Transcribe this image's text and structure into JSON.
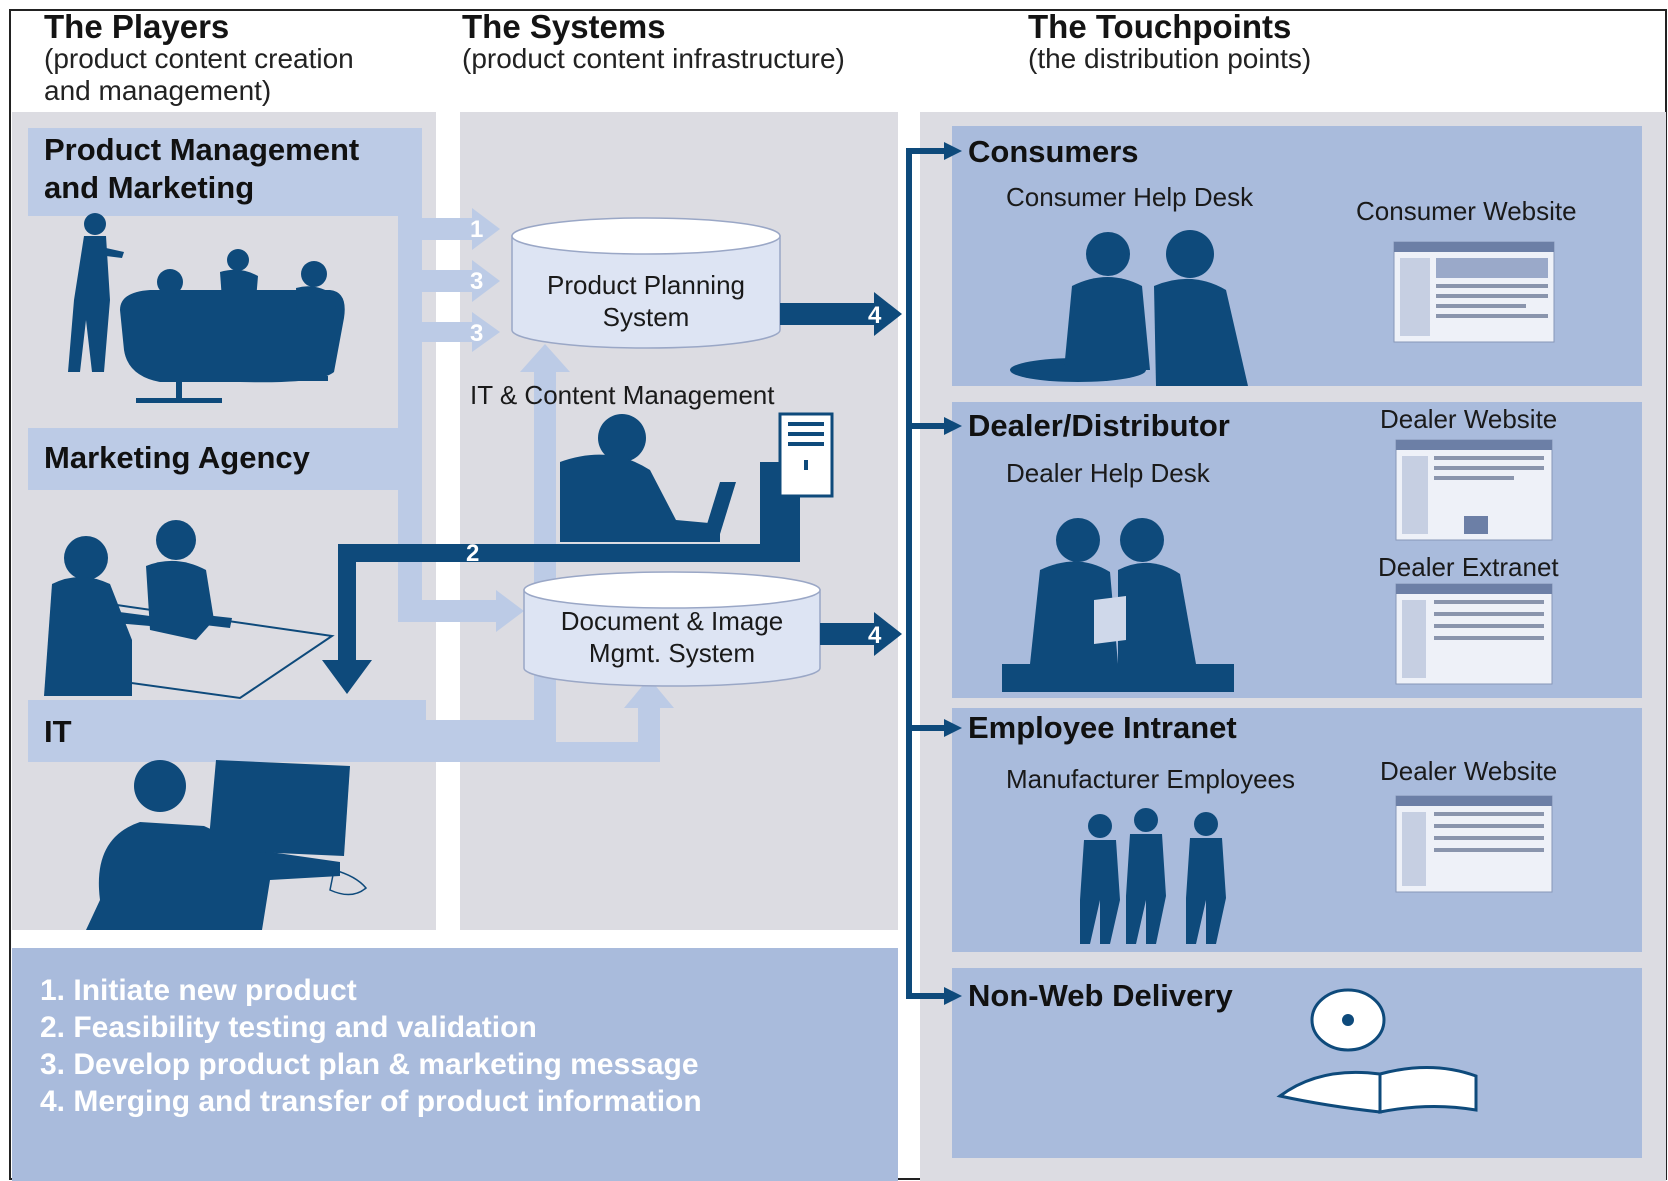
{
  "columns": {
    "players": {
      "title": "The Players",
      "subtitle_line1": "(product content creation",
      "subtitle_line2": "and management)"
    },
    "systems": {
      "title": "The Systems",
      "subtitle": "(product content infrastructure)"
    },
    "touchpoints": {
      "title": "The Touchpoints",
      "subtitle": "(the distribution points)"
    }
  },
  "players": {
    "product_management_line1": "Product Management",
    "product_management_line2": "and Marketing",
    "marketing_agency": "Marketing Agency",
    "it": "IT"
  },
  "systems": {
    "product_planning_line1": "Product Planning",
    "product_planning_line2": "System",
    "it_content_management": "IT & Content Management",
    "document_image_line1": "Document & Image",
    "document_image_line2": "Mgmt. System"
  },
  "arrow_numbers": {
    "a": "1",
    "b": "3",
    "c": "3",
    "d": "2",
    "e": "4",
    "f": "4"
  },
  "touchpoints": {
    "consumers": {
      "title": "Consumers",
      "help_desk": "Consumer Help Desk",
      "website": "Consumer Website"
    },
    "dealer": {
      "title": "Dealer/Distributor",
      "help_desk": "Dealer Help Desk",
      "website": "Dealer Website",
      "extranet": "Dealer Extranet"
    },
    "intranet": {
      "title": "Employee Intranet",
      "employees": "Manufacturer Employees",
      "website": "Dealer Website"
    },
    "nonweb": {
      "title": "Non-Web Delivery"
    }
  },
  "steps": [
    "1. Initiate new product",
    "2. Feasibility testing and validation",
    "3. Develop product plan & marketing message",
    "4. Merging and transfer of product information"
  ],
  "colors": {
    "navy": "#0e4a7b",
    "panel_blue": "#a7b8d9",
    "light_band": "#bccbe6",
    "gray_panel": "#dcdce2"
  }
}
